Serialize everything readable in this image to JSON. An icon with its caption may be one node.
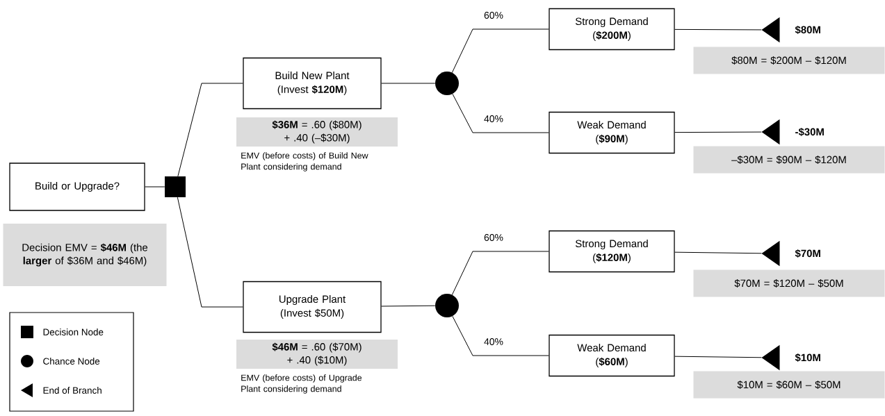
{
  "diagram": {
    "nodes": [
      {
        "text": [
          "Build or Upgrade?"
        ]
      },
      {
        "text": [],
        "shape": "box"
      },
      {
        "text": [
          "Build New Plant (Invest **$120M**)"
        ]
      },
      {
        "text": [
          "Upgrade Plant (Invest $50M)"
        ]
      },
      {
        "text": [],
        "shape": "circle"
      },
      {
        "text": [],
        "shape": "circle"
      },
      {
        "text": [
          "Strong Demand (**$200M**)"
        ]
      },
      {
        "text": [
          "Weak Demand (**$90M**)"
        ]
      },
      {
        "text": [
          "Strong Demand (**$120M**)"
        ]
      },
      {
        "text": [
          "Weak Demand (**$60M**)"
        ]
      },
      {
        "text": [],
        "shape": "triangle"
      },
      {
        "text": [],
        "shape": "triangle"
      },
      {
        "text": [],
        "shape": "triangle"
      },
      {
        "text": [],
        "shape": "triangle"
      },
      {
        "text": [
          "Decision EMV = **$46M** (the **larger** of $36M and $46M)"
        ]
      },
      {
        "text": [
          "**$36M** = .60 ($80M) + .40 (–$30M)"
        ],
        "beside": [
          "EMV (before costs) of Build New Plant considering demand"
        ]
      },
      {
        "text": [
          "**$46M** = .60 ($70M) + .40 ($10M)"
        ],
        "beside": [
          "EMV (before costs) of Upgrade Plant considering demand"
        ]
      },
      {
        "text": [
          "$80M = $200M – $120M"
        ]
      },
      {
        "text": [
          "–$30M = $90M – $120M"
        ]
      },
      {
        "text": [
          "$70M = $120M – $50M"
        ]
      },
      {
        "text": [
          "$10M = $60M – $50M"
        ]
      }
    ],
    "edges": [
      {
        "from": 0,
        "to": 1,
        "arrow": "none"
      },
      {
        "from": 1,
        "to": 2,
        "arrow": "none"
      },
      {
        "from": 1,
        "to": 3,
        "arrow": "none"
      },
      {
        "from": 2,
        "to": 4,
        "arrow": "none"
      },
      {
        "from": 3,
        "to": 5,
        "arrow": "none"
      },
      {
        "from": 4,
        "to": 6,
        "arrow": "none",
        "label": "60%"
      },
      {
        "from": 4,
        "to": 7,
        "arrow": "none",
        "label": "40%"
      },
      {
        "from": 5,
        "to": 8,
        "arrow": "none",
        "label": "60%"
      },
      {
        "from": 5,
        "to": 9,
        "arrow": "none",
        "label": "40%"
      },
      {
        "from": 6,
        "to": 10,
        "arrow": "none"
      },
      {
        "from": 7,
        "to": 11,
        "arrow": "none"
      },
      {
        "from": 8,
        "to": 12,
        "arrow": "none"
      },
      {
        "from": 9,
        "to": 13,
        "arrow": "none"
      }
    ],
    "labels": [
      "$80M",
      "-$30M",
      "$70M",
      "$10M"
    ],
    "legend": [
      {
        "text": "Decision Node"
      },
      {
        "text": "Chance Node"
      },
      {
        "text": "End of Branch"
      }
    ]
  }
}
